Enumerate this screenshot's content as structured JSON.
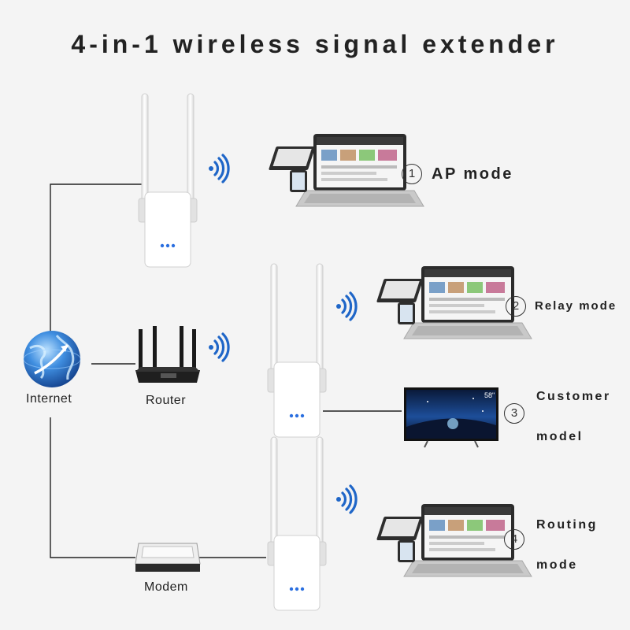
{
  "title": "4-in-1 wireless signal extender",
  "devices": {
    "internet": "Internet",
    "router": "Router",
    "modem": "Modem"
  },
  "modes": [
    {
      "number": "1",
      "label_lines": [
        "AP mode"
      ]
    },
    {
      "number": "2",
      "label_lines": [
        "Relay mode"
      ]
    },
    {
      "number": "3",
      "label_lines": [
        "Customer",
        "model"
      ]
    },
    {
      "number": "4",
      "label_lines": [
        "Routing",
        "mode"
      ]
    }
  ],
  "tv_badge": "58\"",
  "colors": {
    "background": "#f4f4f4",
    "connector_line": "#222222",
    "globe_blue": "#2f6fc4",
    "wifi_blue": "#1f66c8",
    "extender_led": "#2a6fe0"
  }
}
